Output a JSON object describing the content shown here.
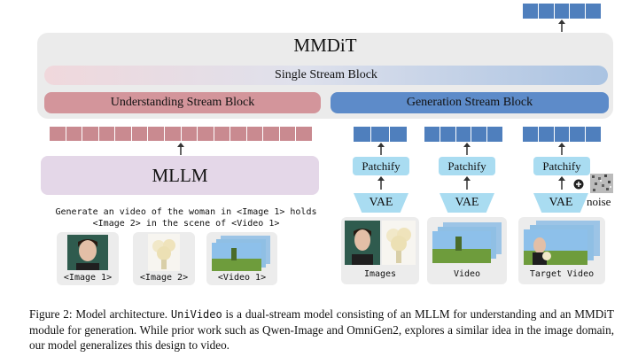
{
  "mmdit": {
    "title": "MMDiT",
    "single_stream": "Single Stream Block",
    "understanding_stream": "Understanding Stream Block",
    "generation_stream": "Generation Stream Block"
  },
  "mllm": {
    "title": "MLLM",
    "prompt_line1": "Generate an video of the woman in <Image 1> holds",
    "prompt_line2": "<Image 2> in the scene of <Video 1>"
  },
  "inputs": {
    "image1": "<Image 1>",
    "image2": "<Image 2>",
    "video1": "<Video 1>"
  },
  "branches": {
    "patchify": "Patchify",
    "vae": "VAE",
    "noise": "noise",
    "images": "Images",
    "video": "Video",
    "target_video": "Target Video"
  },
  "caption": {
    "prefix": "Figure 2: Model architecture. ",
    "name": "UniVideo",
    "rest": " is a dual-stream model consisting of an MLLM for understanding and an MMDiT module for generation. While prior work such as Qwen-Image and OmniGen2, explores a similar idea in the image domain, our model generalizes this design to video."
  },
  "colors": {
    "understanding": "#d3959b",
    "generation": "#5d8bc9",
    "mllm": "#e4d7e8",
    "patchify": "#a9dcf1",
    "token_blue": "#4f7fbd",
    "token_red": "#c98a90"
  }
}
